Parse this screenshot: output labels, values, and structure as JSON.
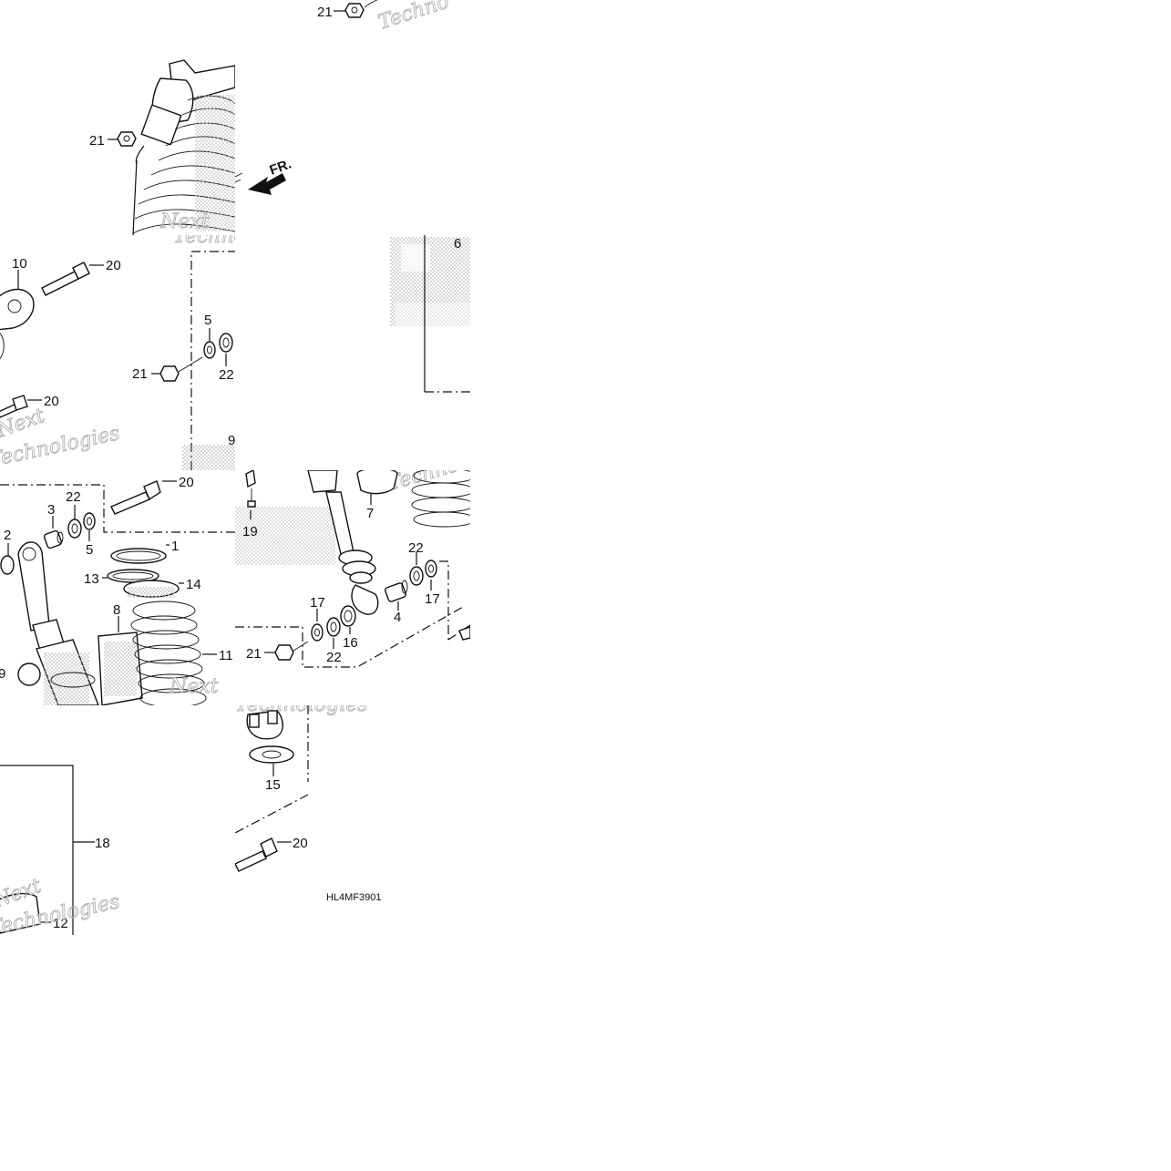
{
  "diagram": {
    "code": "HL4MF3901",
    "front_marker": "FR.",
    "watermark": {
      "line1": "Next",
      "line2": "Technologies",
      "fragment": "Techno"
    },
    "callouts": {
      "c1": "1",
      "c2": "2",
      "c3": "3",
      "c4": "4",
      "c5": "5",
      "c6": "6",
      "c7": "7",
      "c8": "8",
      "c9": "9",
      "c10": "10",
      "c11": "11",
      "c12": "12",
      "c13": "13",
      "c14": "14",
      "c15": "15",
      "c16": "16",
      "c17": "17",
      "c18": "18",
      "c19": "19",
      "c20": "20",
      "c21": "21",
      "c22": "22"
    }
  }
}
